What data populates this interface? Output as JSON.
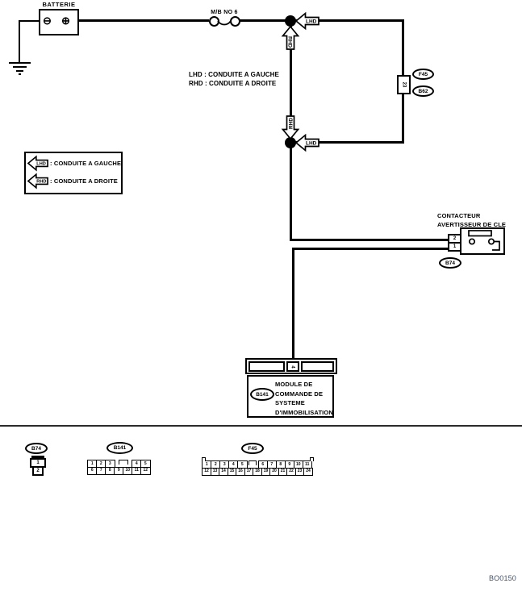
{
  "battery": {
    "label": "BATTERIE",
    "minus": "⊖",
    "plus": "⊕"
  },
  "fuse": {
    "label": "M/B NO 6"
  },
  "note": {
    "line1": "LHD : CONDUITE A GAUCHE",
    "line2": "RHD : CONDUITE A DROITE"
  },
  "arrows": {
    "lhd": "LHD",
    "rhd": "RHD"
  },
  "legend": {
    "items": [
      {
        "arrow": "LHD",
        "text": ": CONDUITE A GAUCHE"
      },
      {
        "arrow": "RHD",
        "text": ": CONDUITE A DROITE"
      }
    ]
  },
  "connector_23": {
    "pin": "23",
    "label_top": "F45",
    "label_bottom": "B62"
  },
  "key_switch": {
    "title_line1": "CONTACTEUR",
    "title_line2": "AVERTISSEUR DE CLE",
    "pin_top": "2",
    "pin_bottom": "1",
    "connector": "B74"
  },
  "module": {
    "pin": "4",
    "connector": "B141",
    "lines": [
      "MODULE DE",
      "COMMANDE DE",
      "SYSTEME",
      "D'IMMOBILISATION"
    ]
  },
  "pinouts": {
    "b74": {
      "label": "B74",
      "pin1": "1",
      "pin2": "2"
    },
    "b141": {
      "label": "B141",
      "top_left": [
        "1",
        "2",
        "3"
      ],
      "top_right": [
        "4",
        "5"
      ],
      "bottom": [
        "6",
        "7",
        "8",
        "9",
        "10",
        "11",
        "12"
      ]
    },
    "f45": {
      "label": "F45",
      "top_left": [
        "1",
        "2",
        "3",
        "4",
        "5"
      ],
      "top_right": [
        "6",
        "7",
        "8",
        "9",
        "10",
        "11"
      ],
      "bottom": [
        "12",
        "13",
        "14",
        "15",
        "16",
        "17",
        "18",
        "19",
        "20",
        "21",
        "22",
        "23",
        "24"
      ]
    }
  },
  "footer": {
    "code": "BO0150"
  },
  "colors": {
    "line": "#000000",
    "footer_text": "#44546a"
  }
}
